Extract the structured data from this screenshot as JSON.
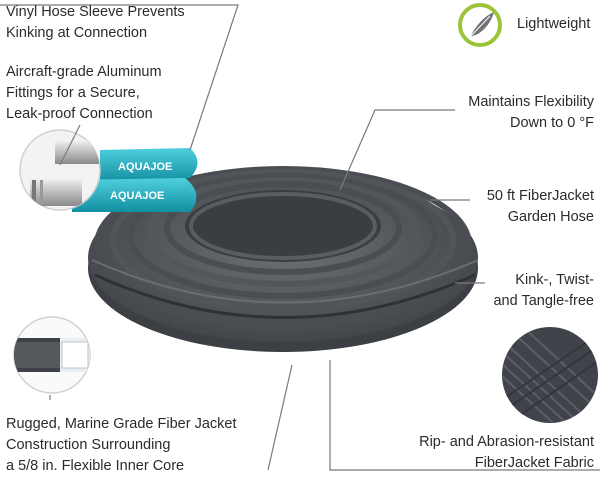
{
  "callouts": {
    "vinyl_sleeve": [
      "Vinyl Hose Sleeve Prevents",
      "Kinking at Connection"
    ],
    "fittings": [
      "Aircraft-grade Aluminum",
      "Fittings for a Secure,",
      "Leak-proof Connection"
    ],
    "lightweight": "Lightweight",
    "flexibility": [
      "Maintains Flexibility",
      "Down to  0 °F"
    ],
    "hose_name": [
      "50 ft FiberJacket",
      "Garden Hose"
    ],
    "kink_free": [
      "Kink-, Twist-",
      "and Tangle-free"
    ],
    "construction": [
      "Rugged, Marine Grade Fiber Jacket",
      "Construction Surrounding",
      "a 5/8 in. Flexible Inner Core"
    ],
    "fabric": [
      "Rip- and Abrasion-resistant",
      "FiberJacket Fabric"
    ]
  },
  "brand": {
    "name": "AQUAJOE"
  },
  "icons": {
    "lightweight": "feather-icon"
  },
  "colors": {
    "hose_gray": "#5b5e63",
    "sleeve_teal": "#1fb3c6",
    "feather_badge": "#9bc43a",
    "leader_line": "#7a7a7a"
  }
}
